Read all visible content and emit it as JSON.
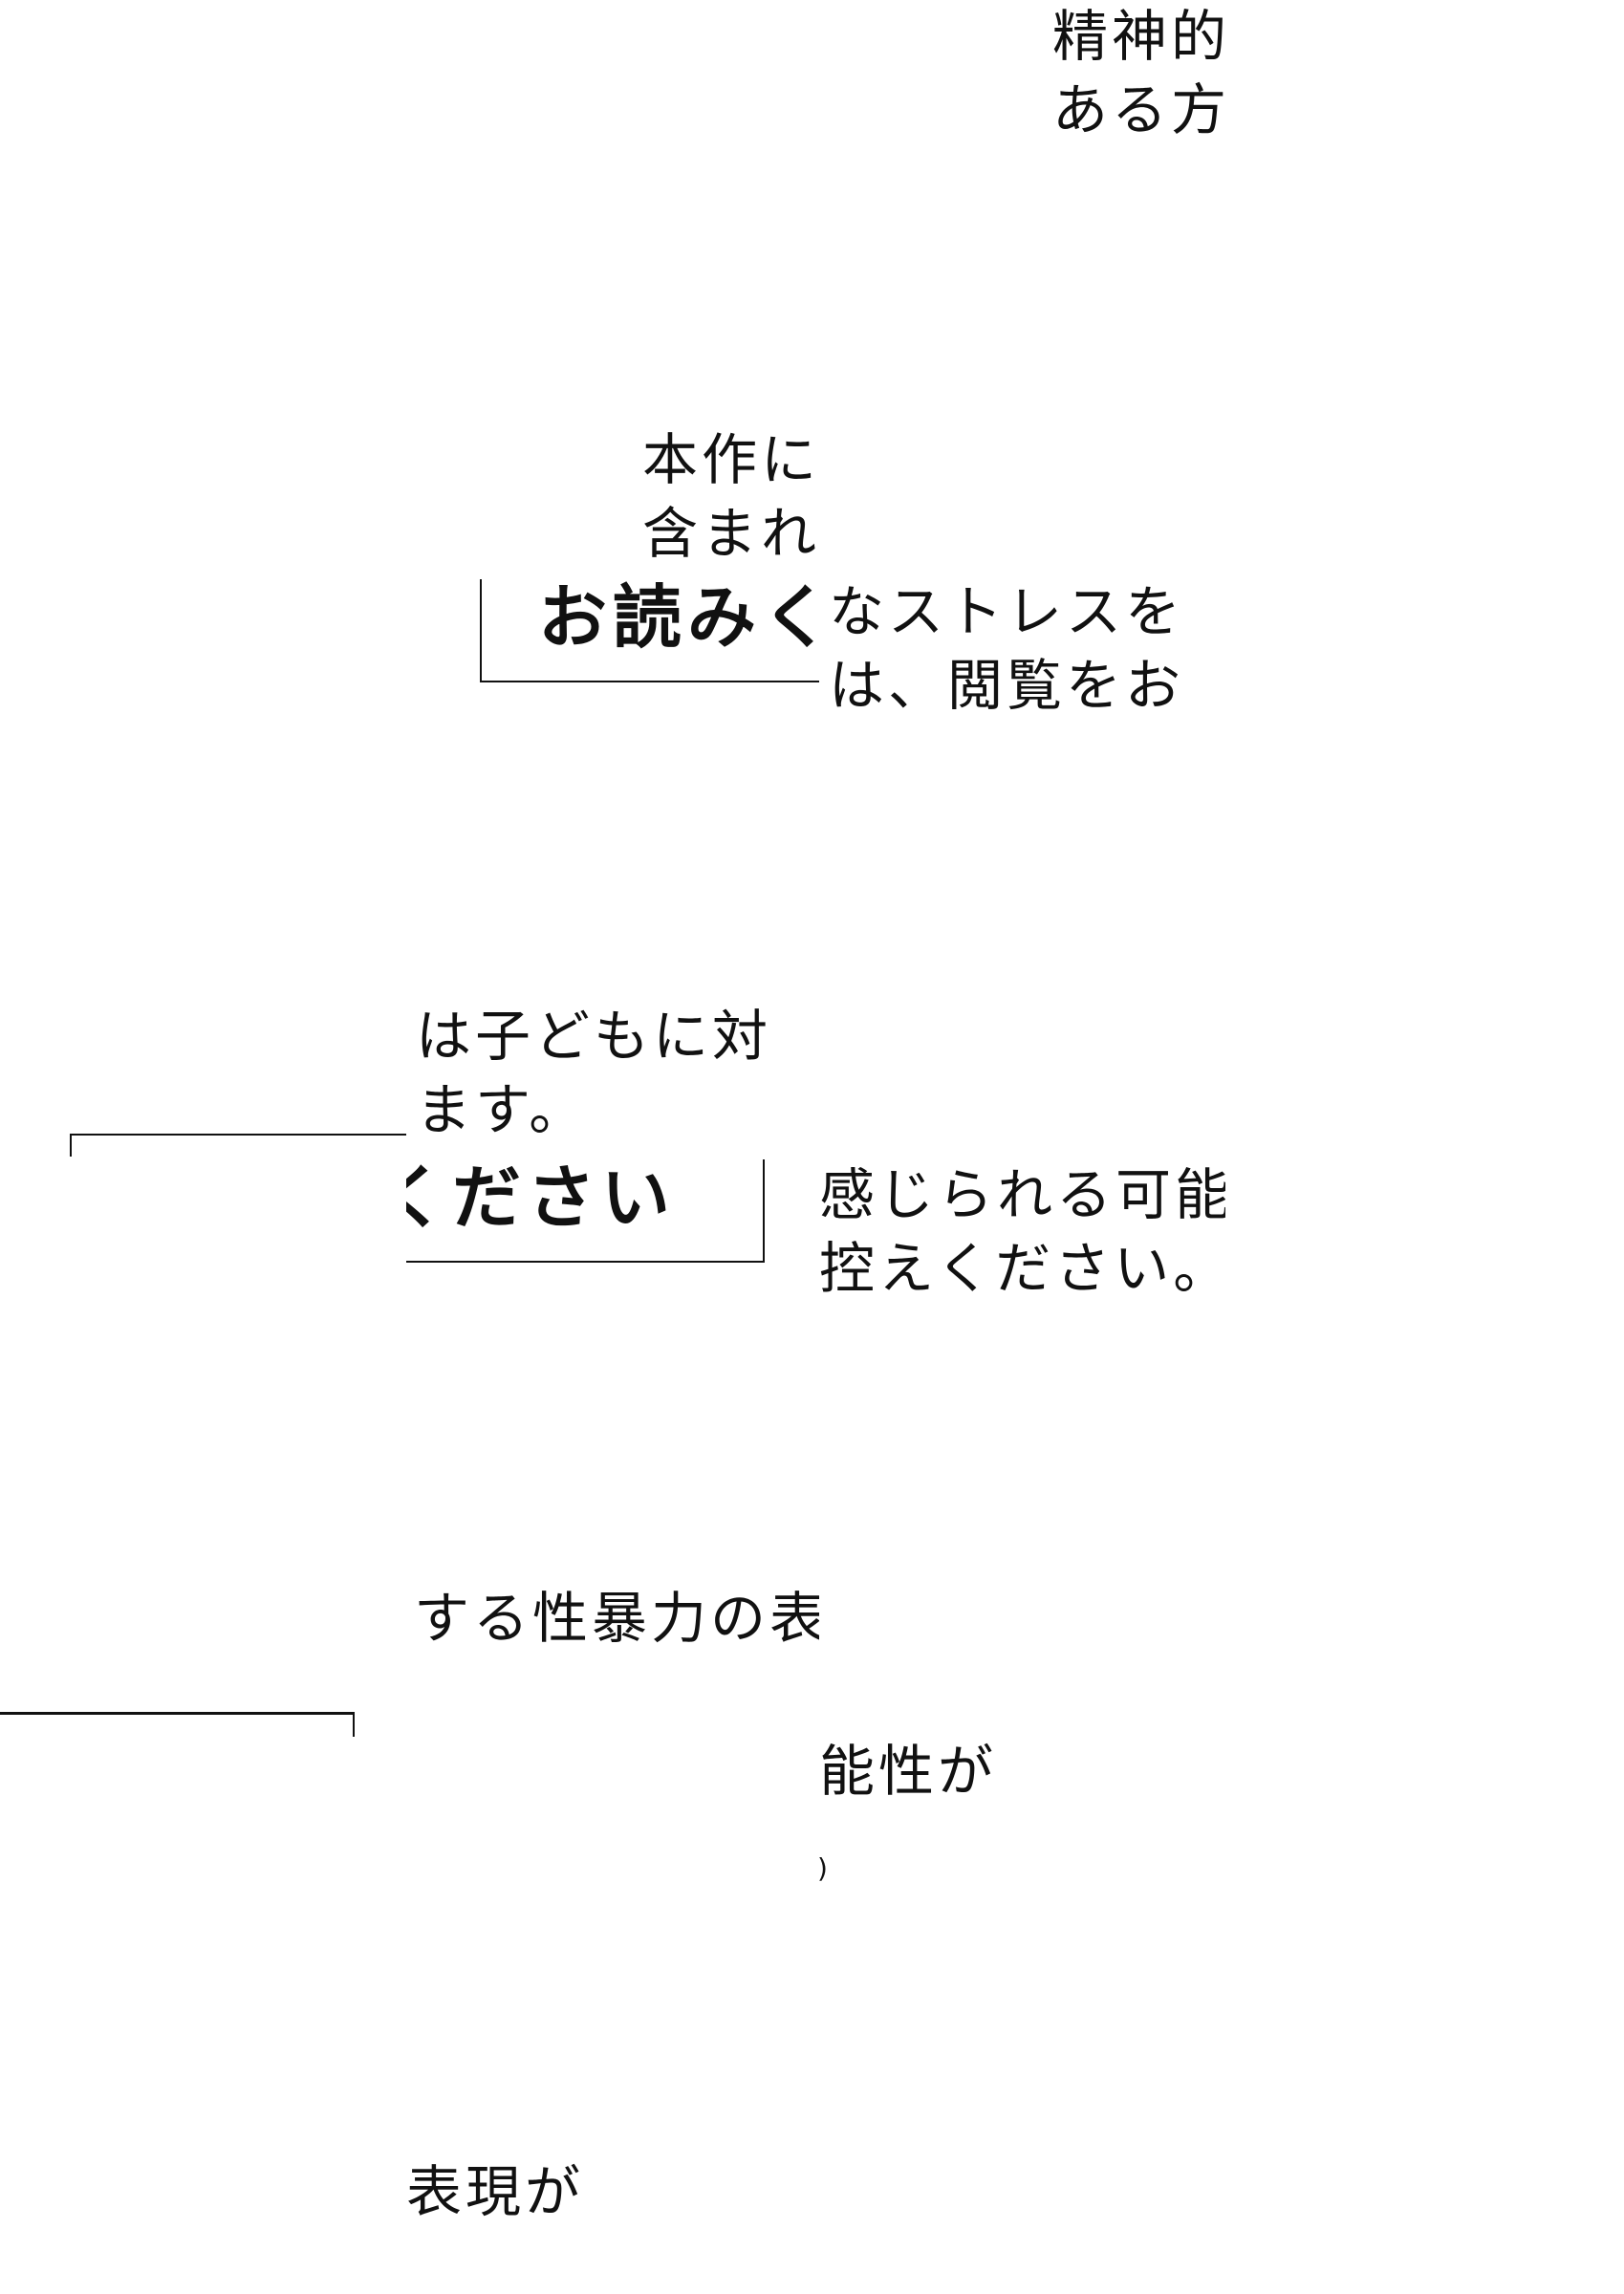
{
  "fragments": {
    "top_right_1": "精神的",
    "top_right_2": "ある方",
    "intro_1": "本作に",
    "intro_2": "含まれ",
    "heading_left": "お読み",
    "heading_left_partial": "く",
    "stress_1": "なストレスを",
    "stress_2": "は、閲覧をお",
    "children_1": "は子どもに対",
    "children_2": "ます。",
    "heading_right": "ください",
    "feel_1": "感じられる可能",
    "feel_2": "控えください。",
    "violence": "する性暴力の表",
    "possibility": "能性が",
    "paren": ")",
    "expression": "表現が"
  }
}
